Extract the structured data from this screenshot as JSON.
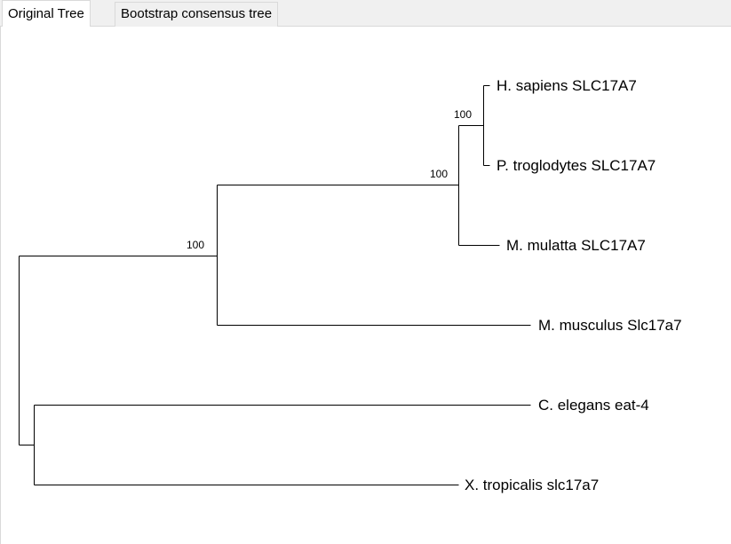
{
  "tabs": [
    {
      "label": "Original Tree",
      "active": true
    },
    {
      "label": "Bootstrap consensus tree",
      "active": false
    }
  ],
  "tree": {
    "taxa": [
      "H. sapiens SLC17A7",
      "P. troglodytes SLC17A7",
      "M. mulatta SLC17A7",
      "M. musculus Slc17a7",
      "C. elegans eat-4",
      "X. tropicalis slc17a7"
    ],
    "supports": [
      "100",
      "100",
      "100"
    ]
  }
}
